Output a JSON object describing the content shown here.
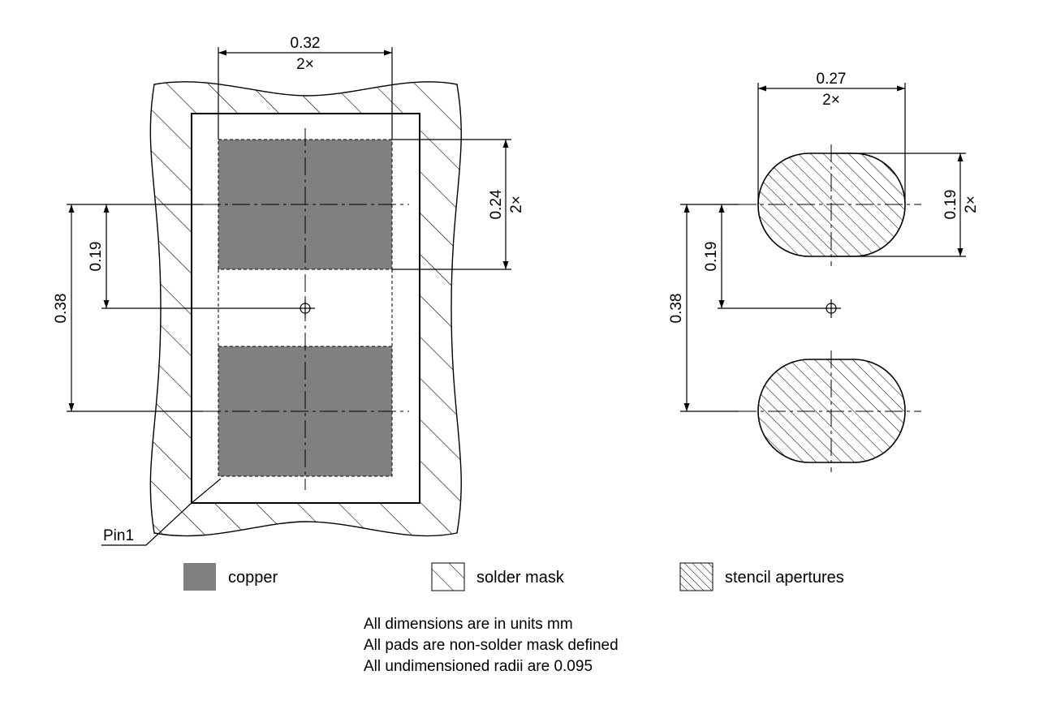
{
  "footprint": {
    "pad_width": "0.32",
    "pad_width_count": "2×",
    "pad_height": "0.24",
    "pad_height_count": "2×",
    "half_pitch": "0.19",
    "pitch": "0.38",
    "pin1_label": "Pin1"
  },
  "stencil": {
    "aperture_width": "0.27",
    "aperture_width_count": "2×",
    "aperture_height": "0.19",
    "aperture_height_count": "2×",
    "half_pitch": "0.19",
    "pitch": "0.38"
  },
  "legend": {
    "copper": "copper",
    "solder_mask": "solder mask",
    "stencil_apertures": "stencil apertures",
    "copper_color": "#808080"
  },
  "notes": [
    "All dimensions are in units mm",
    "All pads are non-solder mask defined",
    "All undimensioned radii are 0.095"
  ]
}
